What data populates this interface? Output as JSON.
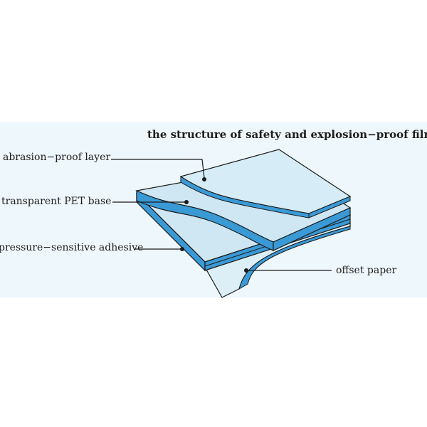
{
  "diagram": {
    "title": "the structure of safety and explosion−proof film",
    "labels": {
      "abrasion": "abrasion−proof layer",
      "pet": "transparent PET base",
      "psa": "pressure−sensitive adhesive",
      "offset": "offset paper"
    },
    "colors": {
      "background_band": "#eef7fb",
      "sheet_face": "#cfe7f2",
      "sheet_face_light": "#dceff7",
      "layer_blue": "#3a9ad6",
      "outline": "#1a1a1a"
    }
  }
}
